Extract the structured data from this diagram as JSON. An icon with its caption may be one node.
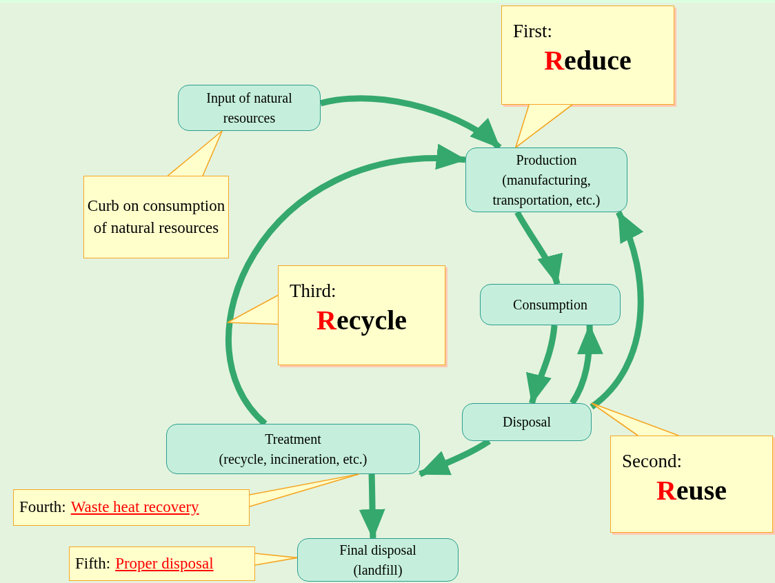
{
  "diagram": {
    "nodes": [
      {
        "text": [
          "Input of natural resources"
        ]
      },
      {
        "text": [
          "Production",
          "(manufacturing, transportation, etc.)"
        ]
      },
      {
        "text": [
          "Consumption"
        ]
      },
      {
        "text": [
          "Disposal"
        ]
      },
      {
        "text": [
          "Treatment",
          "(recycle, incineration, etc.)"
        ]
      },
      {
        "text": [
          "Final disposal",
          "(landfill)"
        ]
      },
      {
        "text": [
          "First:",
          "Reduce"
        ]
      },
      {
        "text": [
          "Curb on consumption of natural resources"
        ]
      },
      {
        "text": [
          "Third:",
          "Recycle"
        ]
      },
      {
        "text": [
          "Second:",
          "Reuse"
        ]
      },
      {
        "text": [
          "Fourth:",
          "Waste heat recovery"
        ]
      },
      {
        "text": [
          "Fifth:",
          "Proper disposal"
        ]
      }
    ],
    "edges": [
      {
        "from": 0,
        "to": 1,
        "arrow": "to"
      },
      {
        "from": 1,
        "to": 2,
        "arrow": "to"
      },
      {
        "from": 2,
        "to": 3,
        "arrow": "to"
      },
      {
        "from": 3,
        "to": 2,
        "arrow": "to"
      },
      {
        "from": 3,
        "to": 1,
        "arrow": "to"
      },
      {
        "from": 3,
        "to": 4,
        "arrow": "to"
      },
      {
        "from": 4,
        "to": 1,
        "arrow": "to"
      },
      {
        "from": 4,
        "to": 5,
        "arrow": "to"
      },
      {
        "from": 6,
        "to": 1,
        "arrow": "none",
        "color": "#f5a623"
      },
      {
        "from": 7,
        "to": 0,
        "arrow": "none",
        "color": "#f5a623"
      },
      {
        "from": 8,
        "to": null,
        "arrow": "none",
        "color": "#f5a623"
      },
      {
        "from": 9,
        "to": 3,
        "arrow": "none",
        "color": "#f5a623"
      },
      {
        "from": 10,
        "to": 4,
        "arrow": "none",
        "color": "#f5a623"
      },
      {
        "from": 11,
        "to": 5,
        "arrow": "none",
        "color": "#f5a623"
      }
    ]
  }
}
